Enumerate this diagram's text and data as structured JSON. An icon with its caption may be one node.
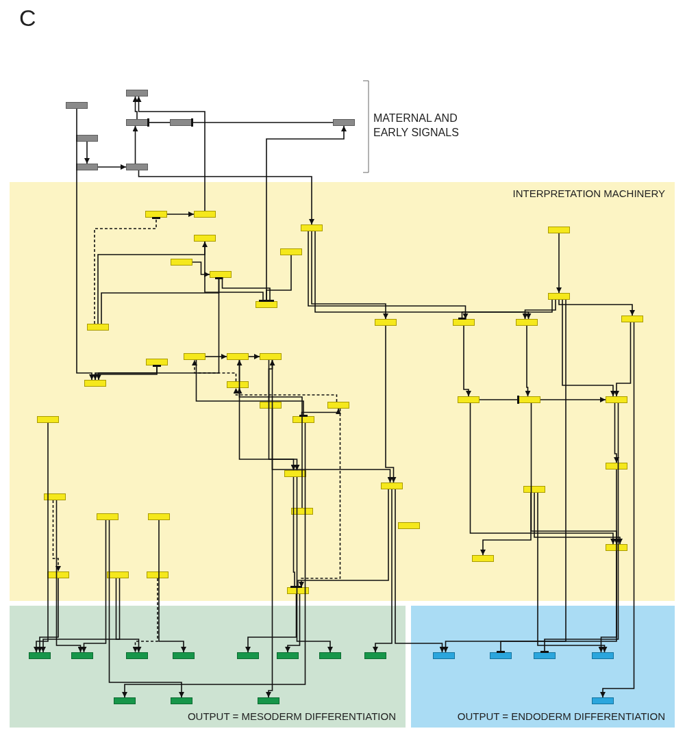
{
  "diagram": {
    "nodes": [
      {
        "text": [],
        "shape": "bar"
      },
      {
        "text": [],
        "shape": "bar"
      },
      {
        "text": [],
        "shape": "bar"
      },
      {
        "text": [],
        "shape": "bar"
      },
      {
        "text": [],
        "shape": "bar"
      },
      {
        "text": [],
        "shape": "bar"
      },
      {
        "text": [],
        "shape": "bar"
      },
      {
        "text": [],
        "shape": "bar"
      },
      {
        "text": [
          "INTERPRETATION MACHINERY"
        ]
      },
      {
        "text": [],
        "shape": "bar",
        "in": 8
      },
      {
        "text": [],
        "shape": "bar",
        "in": 8
      },
      {
        "text": [],
        "shape": "bar",
        "in": 8
      },
      {
        "text": [],
        "shape": "bar",
        "in": 8
      },
      {
        "text": [],
        "shape": "bar",
        "in": 8
      },
      {
        "text": [],
        "shape": "bar",
        "in": 8
      },
      {
        "text": [],
        "shape": "bar",
        "in": 8
      },
      {
        "text": [],
        "shape": "bar",
        "in": 8
      },
      {
        "text": [],
        "shape": "bar",
        "in": 8
      },
      {
        "text": [],
        "shape": "bar",
        "in": 8
      },
      {
        "text": [],
        "shape": "bar",
        "in": 8
      },
      {
        "text": [],
        "shape": "bar",
        "in": 8
      },
      {
        "text": [],
        "shape": "bar",
        "in": 8
      },
      {
        "text": [],
        "shape": "bar",
        "in": 8
      },
      {
        "text": [],
        "shape": "bar",
        "in": 8
      },
      {
        "text": [],
        "shape": "bar",
        "in": 8
      },
      {
        "text": [],
        "shape": "bar",
        "in": 8
      },
      {
        "text": [],
        "shape": "bar",
        "in": 8
      },
      {
        "text": [],
        "shape": "bar",
        "in": 8
      },
      {
        "text": [],
        "shape": "bar",
        "in": 8
      },
      {
        "text": [],
        "shape": "bar",
        "in": 8
      },
      {
        "text": [],
        "shape": "bar",
        "in": 8
      },
      {
        "text": [],
        "shape": "bar",
        "in": 8
      },
      {
        "text": [],
        "shape": "bar",
        "in": 8
      },
      {
        "text": [],
        "shape": "bar",
        "in": 8
      },
      {
        "text": [],
        "shape": "bar",
        "in": 8
      },
      {
        "text": [],
        "shape": "bar",
        "in": 8
      },
      {
        "text": [],
        "shape": "bar",
        "in": 8
      },
      {
        "text": [],
        "shape": "bar",
        "in": 8
      },
      {
        "text": [],
        "shape": "bar",
        "in": 8
      },
      {
        "text": [],
        "shape": "bar",
        "in": 8
      },
      {
        "text": [],
        "shape": "bar",
        "in": 8
      },
      {
        "text": [],
        "shape": "bar",
        "in": 8
      },
      {
        "text": [],
        "shape": "bar",
        "in": 8
      },
      {
        "text": [],
        "shape": "bar",
        "in": 8
      },
      {
        "text": [],
        "shape": "bar",
        "in": 8
      },
      {
        "text": [],
        "shape": "bar",
        "in": 8
      },
      {
        "text": [],
        "shape": "bar",
        "in": 8
      },
      {
        "text": [],
        "shape": "bar",
        "in": 8
      },
      {
        "text": [],
        "shape": "bar",
        "in": 8
      },
      {
        "text": [],
        "shape": "bar",
        "in": 8
      },
      {
        "text": [],
        "shape": "bar",
        "in": 8
      },
      {
        "text": [],
        "shape": "bar",
        "in": 8
      },
      {
        "text": [
          "OUTPUT = MESODERM DIFFERENTIATION"
        ]
      },
      {
        "text": [],
        "shape": "bar",
        "in": 52
      },
      {
        "text": [],
        "shape": "bar",
        "in": 52
      },
      {
        "text": [],
        "shape": "bar",
        "in": 52
      },
      {
        "text": [],
        "shape": "bar",
        "in": 52
      },
      {
        "text": [],
        "shape": "bar",
        "in": 52
      },
      {
        "text": [],
        "shape": "bar",
        "in": 52
      },
      {
        "text": [],
        "shape": "bar",
        "in": 52
      },
      {
        "text": [],
        "shape": "bar",
        "in": 52
      },
      {
        "text": [],
        "shape": "bar",
        "in": 52
      },
      {
        "text": [],
        "shape": "bar",
        "in": 52
      },
      {
        "text": [],
        "shape": "bar",
        "in": 52
      },
      {
        "text": [
          "OUTPUT = ENDODERM DIFFERENTIATION"
        ]
      },
      {
        "text": [],
        "shape": "bar",
        "in": 64
      },
      {
        "text": [],
        "shape": "bar",
        "in": 64
      },
      {
        "text": [],
        "shape": "bar",
        "in": 64
      },
      {
        "text": [],
        "shape": "bar",
        "in": 64
      },
      {
        "text": [],
        "shape": "bar",
        "in": 64
      }
    ],
    "edges": [
      {
        "from": 0,
        "to": 28,
        "arrow": "to"
      },
      {
        "from": 5,
        "to": 6,
        "arrow": "to"
      },
      {
        "from": 6,
        "to": 7,
        "arrow": "to"
      },
      {
        "from": 7,
        "to": 2,
        "arrow": "to"
      },
      {
        "from": 2,
        "to": 1,
        "arrow": "to"
      },
      {
        "from": 3,
        "to": 2,
        "arrow": "other"
      },
      {
        "from": 4,
        "to": 3,
        "arrow": "other"
      },
      {
        "from": 7,
        "to": 11,
        "arrow": "to"
      },
      {
        "from": 17,
        "to": 4,
        "arrow": "to"
      },
      {
        "from": 10,
        "to": 1,
        "arrow": "to"
      },
      {
        "from": 16,
        "to": 28,
        "arrow": "to"
      },
      {
        "from": 9,
        "to": 10,
        "arrow": "to"
      },
      {
        "from": 23,
        "to": 9,
        "arrow": "other",
        "style": "dashed"
      },
      {
        "from": 23,
        "to": 12,
        "arrow": "to"
      },
      {
        "from": 23,
        "to": 16,
        "arrow": "other"
      },
      {
        "from": 14,
        "to": 16,
        "arrow": "to"
      },
      {
        "from": 12,
        "to": 17,
        "arrow": "other"
      },
      {
        "from": 15,
        "to": 17,
        "arrow": "other"
      },
      {
        "from": 16,
        "to": 17,
        "arrow": "other"
      },
      {
        "from": 13,
        "to": 18,
        "arrow": "to"
      },
      {
        "from": 18,
        "to": 20,
        "arrow": "other"
      },
      {
        "from": 18,
        "to": 21,
        "arrow": "to"
      },
      {
        "from": 18,
        "to": 22,
        "arrow": "to"
      },
      {
        "from": 11,
        "to": 20,
        "arrow": "to"
      },
      {
        "from": 11,
        "to": 19,
        "arrow": "to"
      },
      {
        "from": 11,
        "to": 21,
        "arrow": "to"
      },
      {
        "from": 24,
        "to": 25,
        "arrow": "to"
      },
      {
        "from": 25,
        "to": 26,
        "arrow": "to"
      },
      {
        "from": 29,
        "to": 24,
        "arrow": "to",
        "style": "dashed"
      },
      {
        "from": 32,
        "to": 29,
        "arrow": "to",
        "style": "dashed"
      },
      {
        "from": 29,
        "to": 25,
        "arrow": "to"
      },
      {
        "from": 30,
        "to": 26,
        "arrow": "to"
      },
      {
        "from": 26,
        "to": 37,
        "arrow": "to"
      },
      {
        "from": 31,
        "to": 32,
        "arrow": "to"
      },
      {
        "from": 24,
        "to": 31,
        "arrow": "other"
      },
      {
        "from": 27,
        "to": 28,
        "arrow": "to"
      },
      {
        "from": 28,
        "to": 27,
        "arrow": "other"
      },
      {
        "from": 25,
        "to": 37,
        "arrow": "to"
      },
      {
        "from": 26,
        "to": 38,
        "arrow": "to"
      },
      {
        "from": 19,
        "to": 38,
        "arrow": "to"
      },
      {
        "from": 20,
        "to": 33,
        "arrow": "to"
      },
      {
        "from": 21,
        "to": 34,
        "arrow": "to"
      },
      {
        "from": 18,
        "to": 35,
        "arrow": "to"
      },
      {
        "from": 22,
        "to": 35,
        "arrow": "to"
      },
      {
        "from": 33,
        "to": 34,
        "arrow": "other"
      },
      {
        "from": 34,
        "to": 35,
        "arrow": "to"
      },
      {
        "from": 35,
        "to": 39,
        "arrow": "to"
      },
      {
        "from": 33,
        "to": 46,
        "arrow": "to"
      },
      {
        "from": 34,
        "to": 46,
        "arrow": "to"
      },
      {
        "from": 41,
        "to": 47,
        "arrow": "to"
      },
      {
        "from": 41,
        "to": 46,
        "arrow": "to"
      },
      {
        "from": 44,
        "to": 29,
        "arrow": "to"
      },
      {
        "from": 36,
        "to": 53,
        "arrow": "to"
      },
      {
        "from": 40,
        "to": 48,
        "arrow": "to",
        "style": "dashed"
      },
      {
        "from": 37,
        "to": 51,
        "arrow": "other"
      },
      {
        "from": 38,
        "to": 51,
        "arrow": "other"
      },
      {
        "from": 32,
        "to": 51,
        "arrow": "to",
        "style": "dashed"
      },
      {
        "from": 50,
        "to": 55,
        "arrow": "to",
        "style": "dashed"
      },
      {
        "from": 49,
        "to": 55,
        "arrow": "to"
      },
      {
        "from": 48,
        "to": 53,
        "arrow": "to"
      },
      {
        "from": 40,
        "to": 54,
        "arrow": "to"
      },
      {
        "from": 42,
        "to": 54,
        "arrow": "to"
      },
      {
        "from": 43,
        "to": 56,
        "arrow": "to"
      },
      {
        "from": 49,
        "to": 53,
        "arrow": "to"
      },
      {
        "from": 51,
        "to": 57,
        "arrow": "to"
      },
      {
        "from": 51,
        "to": 58,
        "arrow": "to"
      },
      {
        "from": 38,
        "to": 60,
        "arrow": "to"
      },
      {
        "from": 37,
        "to": 59,
        "arrow": "to"
      },
      {
        "from": 31,
        "to": 61,
        "arrow": "to"
      },
      {
        "from": 42,
        "to": 62,
        "arrow": "to"
      },
      {
        "from": 30,
        "to": 63,
        "arrow": "to"
      },
      {
        "from": 38,
        "to": 65,
        "arrow": "to"
      },
      {
        "from": 39,
        "to": 66,
        "arrow": "other"
      },
      {
        "from": 35,
        "to": 67,
        "arrow": "other"
      },
      {
        "from": 46,
        "to": 68,
        "arrow": "to"
      },
      {
        "from": 41,
        "to": 68,
        "arrow": "to"
      },
      {
        "from": 22,
        "to": 69,
        "arrow": "to"
      },
      {
        "from": 18,
        "to": 65,
        "arrow": "to"
      }
    ],
    "labels": [
      "C",
      "MATERNAL AND EARLY SIGNALS"
    ]
  }
}
